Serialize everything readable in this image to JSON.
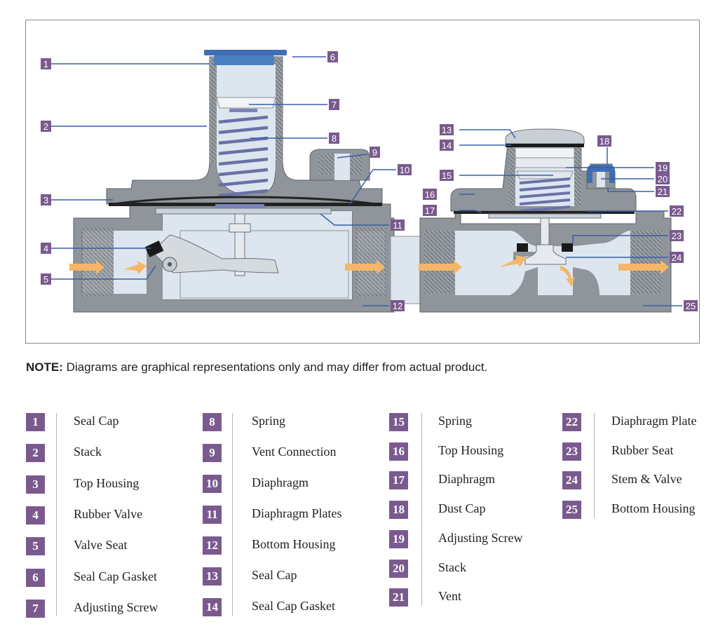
{
  "callouts": [
    "1",
    "2",
    "3",
    "4",
    "5",
    "6",
    "7",
    "8",
    "9",
    "10",
    "11",
    "12",
    "13",
    "14",
    "15",
    "16",
    "17",
    "18",
    "19",
    "20",
    "21",
    "22",
    "23",
    "24",
    "25"
  ],
  "note": {
    "prefix": "NOTE:",
    "text": "Diagrams are graphical representations only and may differ from actual product."
  },
  "legend": [
    {
      "num": "1",
      "label": "Seal Cap"
    },
    {
      "num": "2",
      "label": "Stack"
    },
    {
      "num": "3",
      "label": "Top Housing"
    },
    {
      "num": "4",
      "label": "Rubber Valve"
    },
    {
      "num": "5",
      "label": "Valve Seat"
    },
    {
      "num": "6",
      "label": "Seal Cap Gasket"
    },
    {
      "num": "7",
      "label": "Adjusting Screw"
    },
    {
      "num": "8",
      "label": "Spring"
    },
    {
      "num": "9",
      "label": "Vent Connection"
    },
    {
      "num": "10",
      "label": "Diaphragm"
    },
    {
      "num": "11",
      "label": "Diaphragm Plates"
    },
    {
      "num": "12",
      "label": "Bottom Housing"
    },
    {
      "num": "13",
      "label": "Seal Cap"
    },
    {
      "num": "14",
      "label": "Seal Cap Gasket"
    },
    {
      "num": "15",
      "label": "Spring"
    },
    {
      "num": "16",
      "label": "Top Housing"
    },
    {
      "num": "17",
      "label": "Diaphragm"
    },
    {
      "num": "18",
      "label": "Dust Cap"
    },
    {
      "num": "19",
      "label": "Adjusting Screw"
    },
    {
      "num": "20",
      "label": "Stack"
    },
    {
      "num": "21",
      "label": "Vent"
    },
    {
      "num": "22",
      "label": "Diaphragm Plate"
    },
    {
      "num": "23",
      "label": "Rubber Seat"
    },
    {
      "num": "24",
      "label": "Stem & Valve"
    },
    {
      "num": "25",
      "label": "Bottom Housing"
    }
  ],
  "colors": {
    "badge": "#7a5a8e",
    "housing": "#8f959a",
    "interior": "#dde6ee",
    "spring": "#7b83b8",
    "cap_blue": "#4a7fc1",
    "flow_arrow": "#f5b66a",
    "leader": "#3a5ea8"
  }
}
